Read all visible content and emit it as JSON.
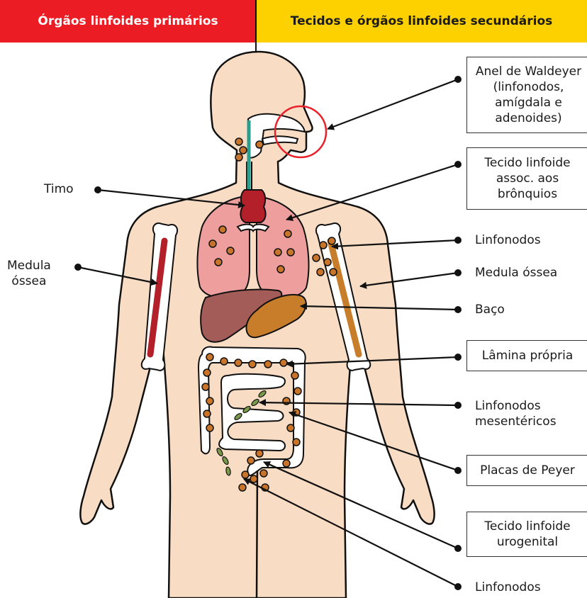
{
  "header": {
    "primary": "Órgãos linfoides primários",
    "secondary": "Tecidos e órgãos linfoides secundários"
  },
  "labels": {
    "timo": "Timo",
    "medula_left": "Medula\nóssea",
    "waldeyer": "Anel de Waldeyer\n(linfonodos,\namígdala  e\nadenoides)",
    "bronquios": "Tecido linfoide\nassoc. aos\nbrônquios",
    "linfonodos_arm": "Linfonodos",
    "medula_right": "Medula óssea",
    "baco": "Baço",
    "lamina": "Lâmina própria",
    "mesentericos": "Linfonodos\nmesentéricos",
    "peyer": "Placas de Peyer",
    "urogenital": "Tecido linfoide\nurogenital",
    "linfonodos_bottom": "Linfonodos"
  },
  "colors": {
    "primary_banner": "#ec1c24",
    "secondary_banner": "#fdd000",
    "skin": "#f9dcc4",
    "node": "#c8742a",
    "lung": "#ef9e9e",
    "liver": "#a45c58",
    "spleen": "#c87d2a",
    "thymus": "#b3202a",
    "highlight_ring": "#e8212a"
  }
}
